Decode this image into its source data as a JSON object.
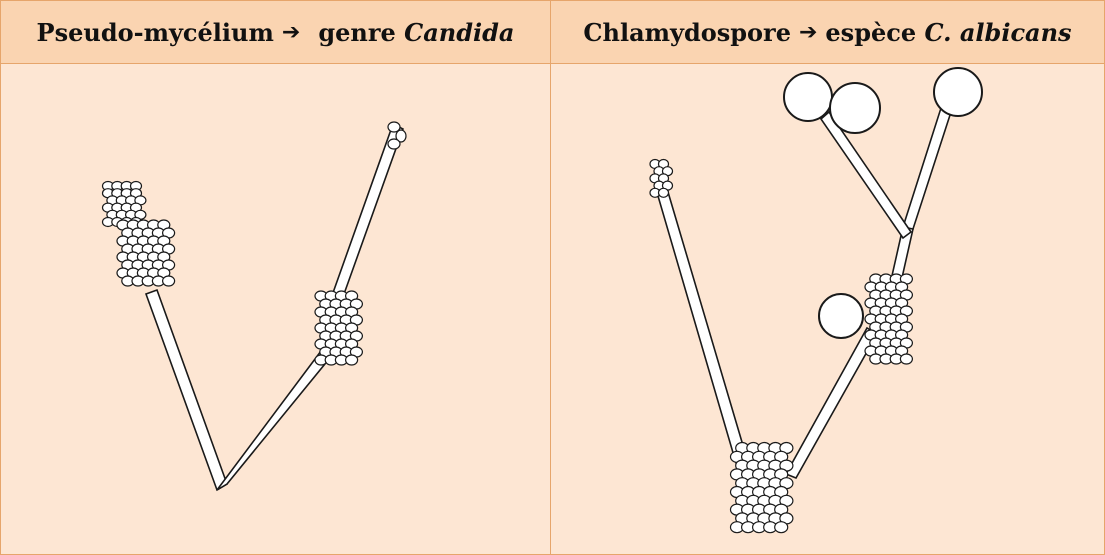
{
  "table": {
    "columns": [
      {
        "prefix": "Pseudo-mycélium",
        "arrow": "➔",
        "text": "genre",
        "italic": "Candida"
      },
      {
        "prefix": "Chlamydospore",
        "arrow": "➔",
        "text": "espèce",
        "italic": "C. albicans"
      }
    ]
  },
  "colors": {
    "header_bg": "#fad4b1",
    "cell_bg": "#fde6d3",
    "border": "#e6a56b",
    "stroke": "#1a1a1a"
  }
}
